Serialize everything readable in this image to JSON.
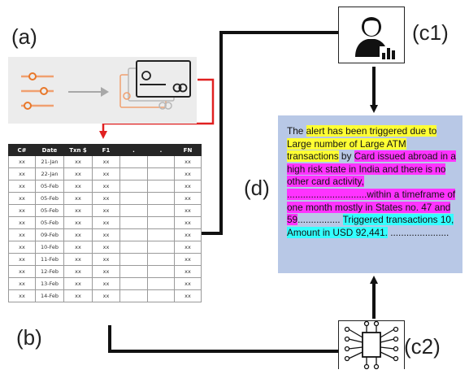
{
  "labels": {
    "a": "(a)",
    "b": "(b)",
    "c1": "(c1)",
    "c2": "(c2)",
    "d": "(d)"
  },
  "icons": {
    "sliders": "sliders-icon",
    "card": "credit-card-icon",
    "analyst": "analyst-icon",
    "network": "neural-network-icon"
  },
  "colors": {
    "accent": "#e8782a",
    "red_arrow": "#e02020",
    "text_panel": "#b8c8e6",
    "highlight_yellow": "#ffff33",
    "highlight_magenta": "#ff33ff",
    "highlight_cyan": "#33ffff"
  },
  "table": {
    "headers": [
      "C#",
      "Date",
      "Txn $",
      "F1",
      ".",
      ".",
      "FN"
    ],
    "rows": [
      [
        "xx",
        "21-Jan",
        "xx",
        "xx",
        "",
        "",
        "xx"
      ],
      [
        "xx",
        "22-Jan",
        "xx",
        "xx",
        "",
        "",
        "xx"
      ],
      [
        "xx",
        "05-Feb",
        "xx",
        "xx",
        "",
        "",
        "xx"
      ],
      [
        "xx",
        "05-Feb",
        "xx",
        "xx",
        "",
        "",
        "xx"
      ],
      [
        "xx",
        "05-Feb",
        "xx",
        "xx",
        "",
        "",
        "xx"
      ],
      [
        "xx",
        "05-Feb",
        "xx",
        "xx",
        "",
        "",
        "xx"
      ],
      [
        "xx",
        "09-Feb",
        "xx",
        "xx",
        "",
        "",
        "xx"
      ],
      [
        "xx",
        "10-Feb",
        "xx",
        "xx",
        "",
        "",
        "xx"
      ],
      [
        "xx",
        "11-Feb",
        "xx",
        "xx",
        "",
        "",
        "xx"
      ],
      [
        "xx",
        "12-Feb",
        "xx",
        "xx",
        "",
        "",
        "xx"
      ],
      [
        "xx",
        "13-Feb",
        "xx",
        "xx",
        "",
        "",
        "xx"
      ],
      [
        "xx",
        "14-Feb",
        "xx",
        "xx",
        "",
        "",
        "xx"
      ]
    ]
  },
  "alert_text": {
    "seg1": "The ",
    "seg2": "alert has been triggered due to Large number of Large ATM transactions",
    "seg3": " by ",
    "seg4": "Card issued abroad in a high risk state in India and there is no other card activity, ..............................within a timeframe of one month mostly in States no. 47 and 59",
    "seg5": "................ ",
    "seg6": "Triggered transactions 10, Amount in USD 92,441.",
    "seg7": " ......................"
  }
}
